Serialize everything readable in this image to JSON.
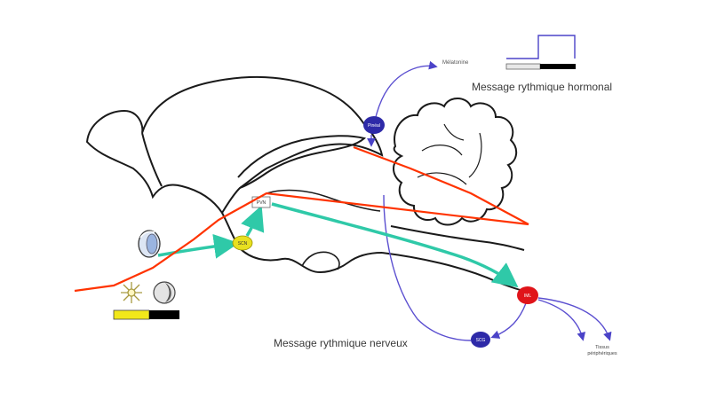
{
  "labels": {
    "hormonal_message": "Message rythmique hormonal",
    "nervous_message": "Message rythmique nerveux",
    "melatonin": "Mélatonine",
    "peripheral_tissues": "Tissus périphériques"
  },
  "nodes": {
    "pineal": "Pinéal",
    "scn": "SCN",
    "pvn": "PVN",
    "spinal": "IML",
    "scg": "SCG"
  },
  "colors": {
    "brain_outline": "#1a1a1a",
    "green_pathway": "#2fc9a8",
    "red_overlay": "#ff3300",
    "purple_arrows": "#5b4fd0",
    "pineal_fill": "#2e2aa8",
    "scn_fill": "#e8e020",
    "spinal_fill": "#e0141a",
    "light_bar": "#f2e81a",
    "dark_bar": "#000000"
  },
  "icons": [
    "eye-icon",
    "sun-icon",
    "moon-icon"
  ]
}
